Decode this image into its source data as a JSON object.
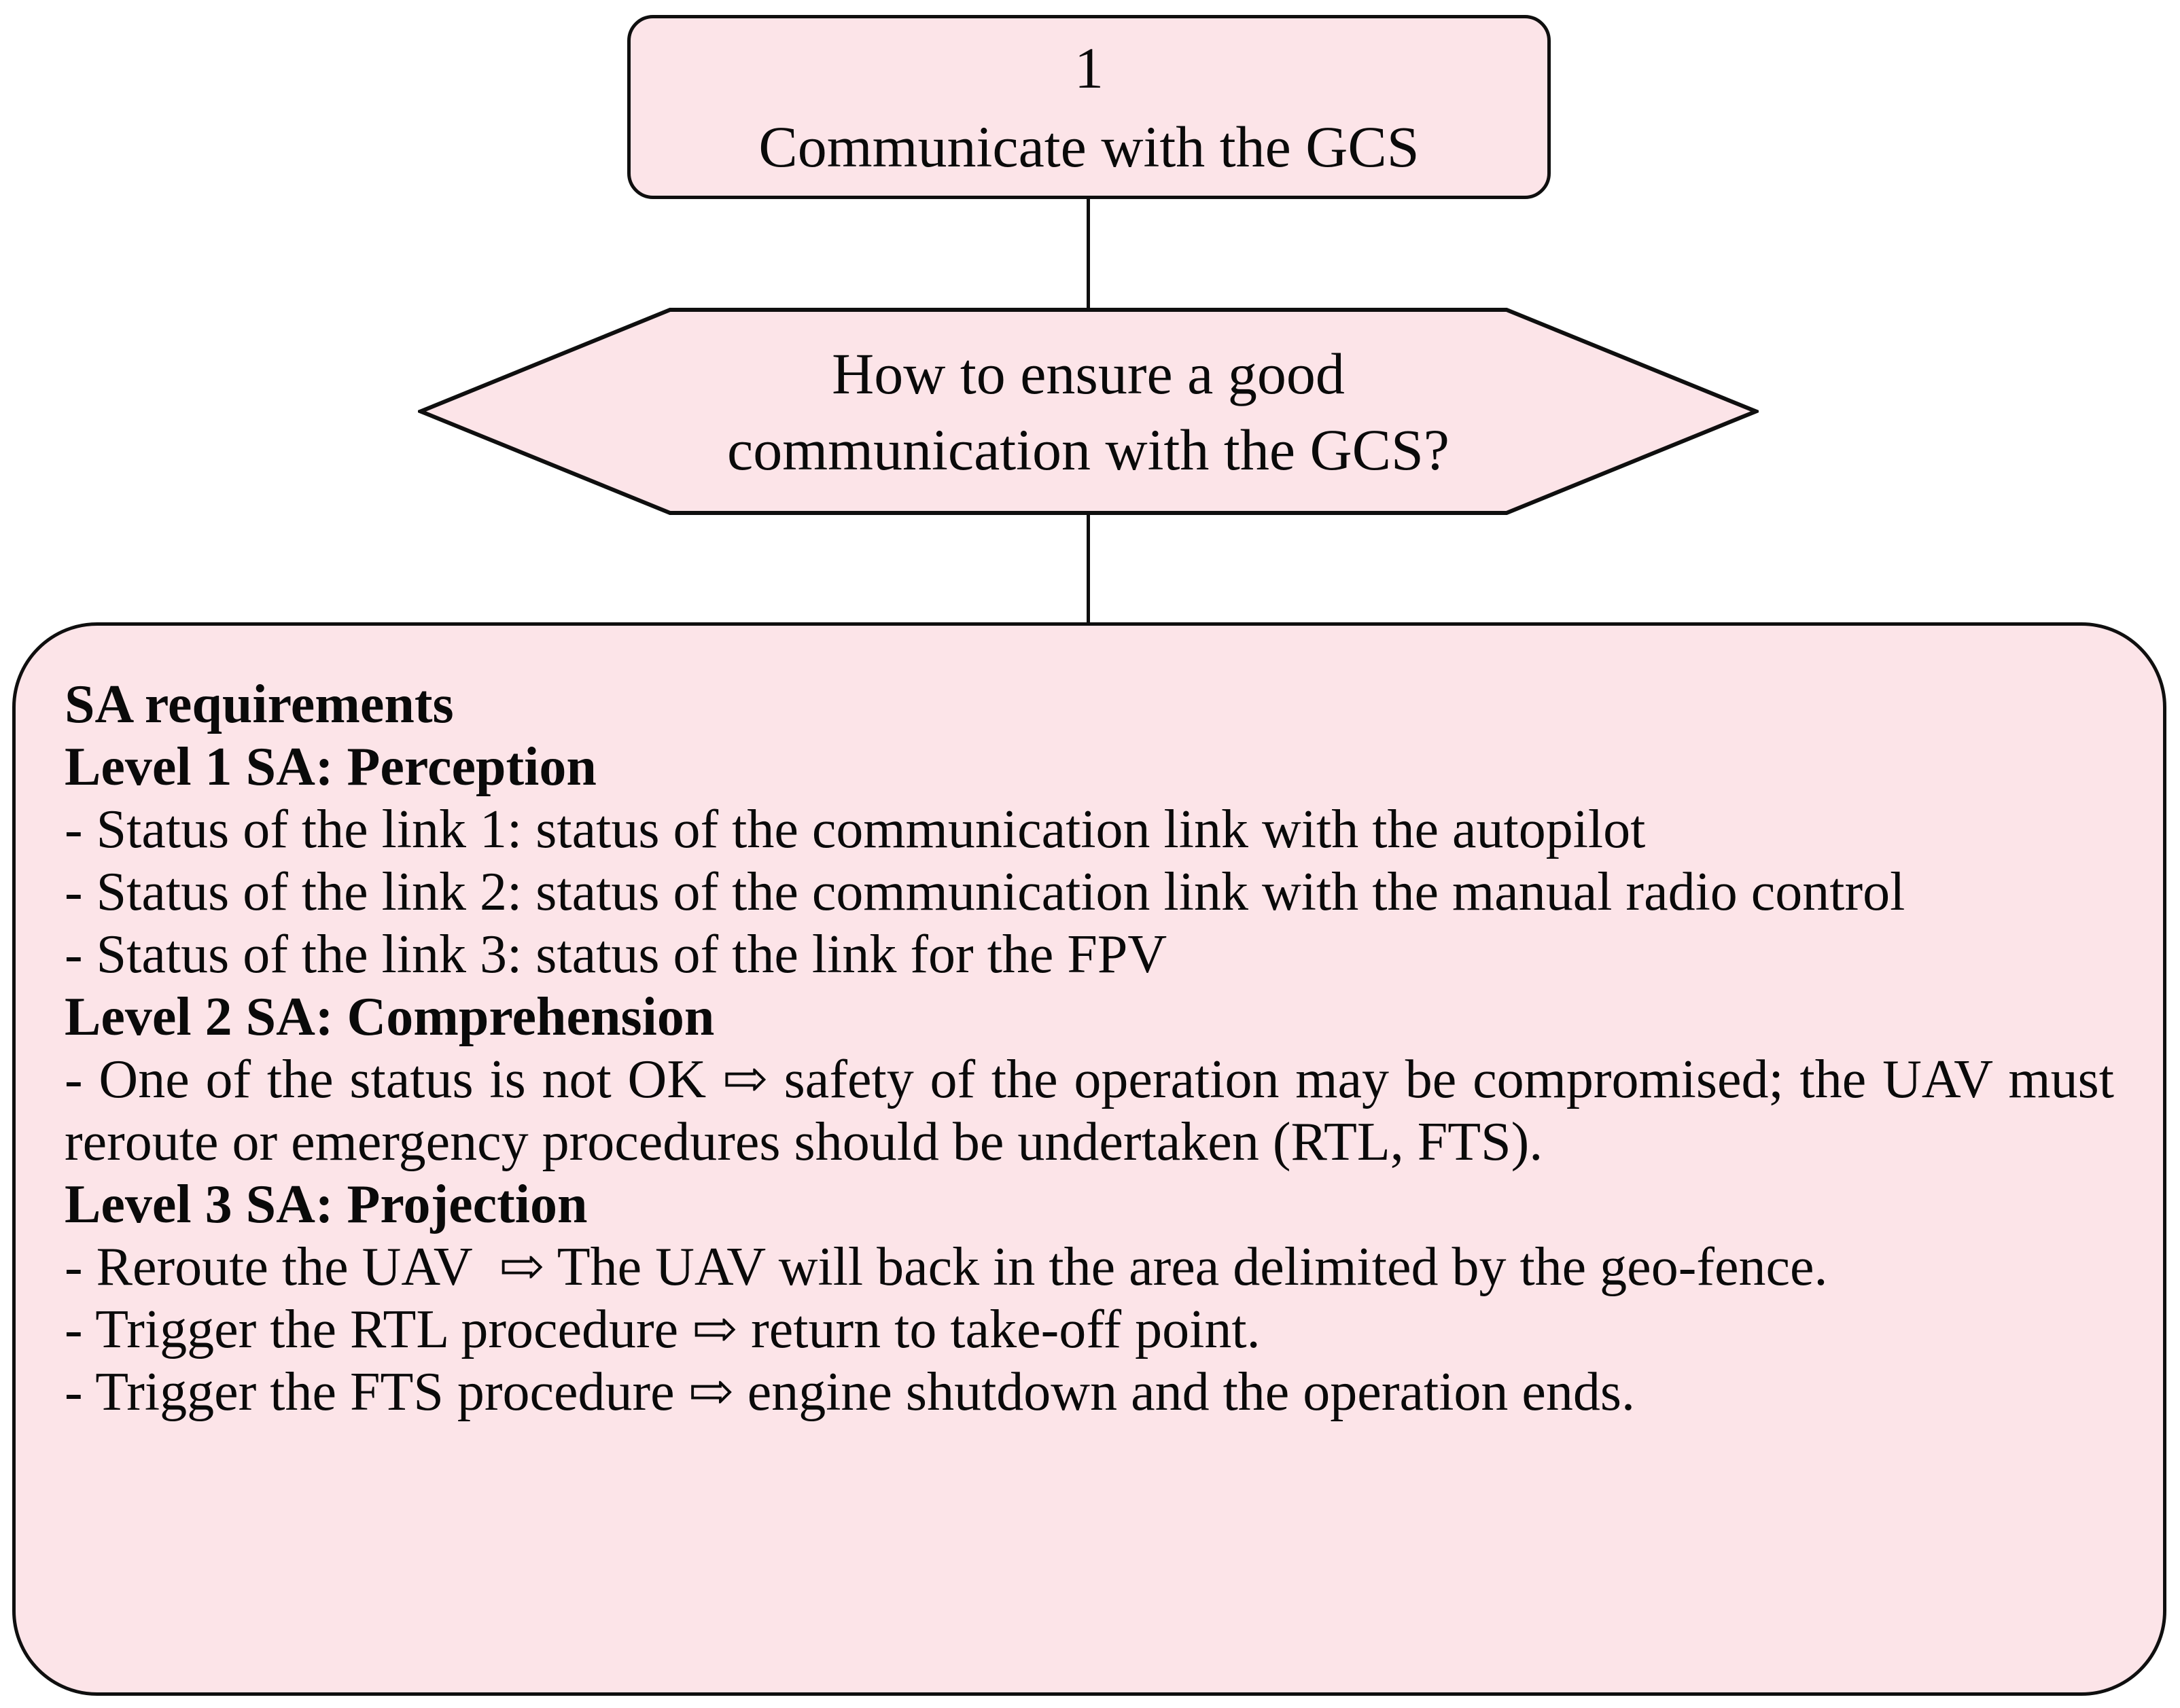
{
  "colors": {
    "page_bg": "#ffffff",
    "node_fill": "#fce4e8",
    "node_border": "#0f0f0f",
    "text_color": "#0a0a0a"
  },
  "top_box": {
    "number": "1",
    "label": "Communicate with the GCS"
  },
  "hexagon": {
    "line1": "How to ensure a good",
    "line2": "communication with the GCS?"
  },
  "sa_box": {
    "title": "SA requirements",
    "level1_heading": "Level 1 SA: Perception",
    "level1_items": [
      "- Status of the link 1: status of the communication link with the autopilot",
      "- Status of the link 2: status of the communication link with the manual radio control",
      "- Status of the link 3: status of the link for the FPV"
    ],
    "level2_heading": "Level 2 SA: Comprehension",
    "level2_item": "- One of the status is not OK ⇨ safety of the operation may be compromised; the UAV must reroute or emergency procedures should be undertaken (RTL, FTS).",
    "level3_heading": "Level 3 SA: Projection",
    "level3_items": [
      "- Reroute the UAV  ⇨ The UAV will back in the area delimited by the geo-fence.",
      "- Trigger the RTL procedure ⇨ return to take-off point.",
      "- Trigger the FTS procedure ⇨ engine shutdown and the operation ends."
    ]
  }
}
